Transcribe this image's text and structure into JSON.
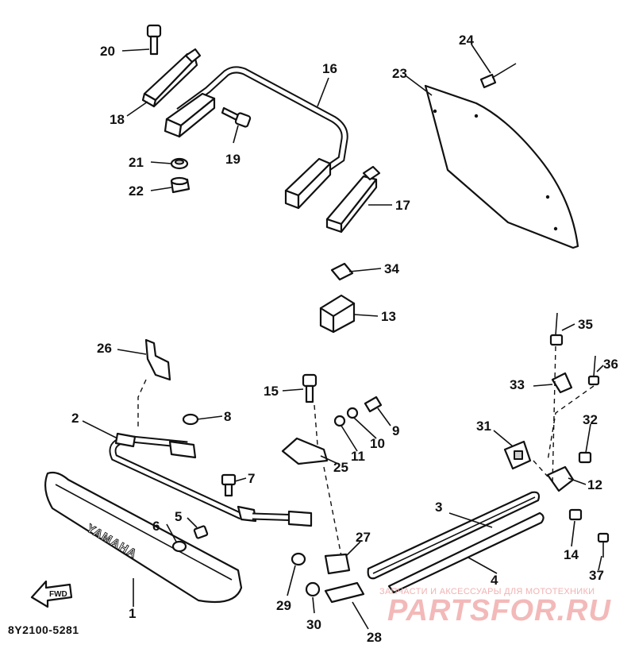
{
  "diagram": {
    "code": "8Y2100-5281",
    "brand_mark": "YAMAHA",
    "direction_mark": "FWD",
    "watermark": {
      "tagline": "ЗАПЧАСТИ И АКСЕССУАРЫ ДЛЯ МОТОТЕХНИКИ",
      "logo": "PARTSFOR.RU"
    },
    "callouts": [
      "1",
      "2",
      "3",
      "4",
      "5",
      "6",
      "7",
      "8",
      "9",
      "10",
      "11",
      "12",
      "13",
      "14",
      "15",
      "16",
      "17",
      "18",
      "19",
      "20",
      "21",
      "22",
      "23",
      "24",
      "25",
      "26",
      "27",
      "28",
      "29",
      "30",
      "31",
      "32",
      "33",
      "34",
      "35",
      "36",
      "37"
    ],
    "colors": {
      "ink": "#111111",
      "watermark": "#f3b9b9"
    }
  }
}
